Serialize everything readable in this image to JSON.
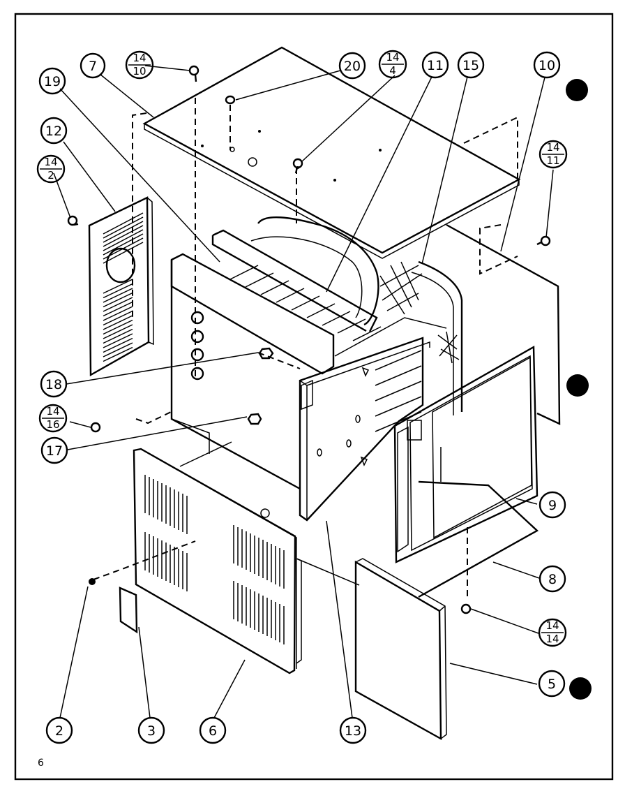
{
  "callouts": {
    "c7": "7",
    "c19": "19",
    "c12": "12",
    "c20": "20",
    "c11": "11",
    "c15": "15",
    "c10": "10",
    "c18": "18",
    "c17": "17",
    "c9": "9",
    "c8": "8",
    "c5": "5",
    "c2": "2",
    "c3": "3",
    "c6": "6",
    "c13": "13"
  },
  "fraction_callouts": {
    "f14_10": {
      "top": "14",
      "bottom": "10"
    },
    "f14_4": {
      "top": "14",
      "bottom": "4"
    },
    "f14_2": {
      "top": "14",
      "bottom": "2"
    },
    "f14_11": {
      "top": "14",
      "bottom": "11"
    },
    "f14_16": {
      "top": "14",
      "bottom": "16"
    },
    "f14_14": {
      "top": "14",
      "bottom": "14"
    }
  },
  "page_number": "6"
}
